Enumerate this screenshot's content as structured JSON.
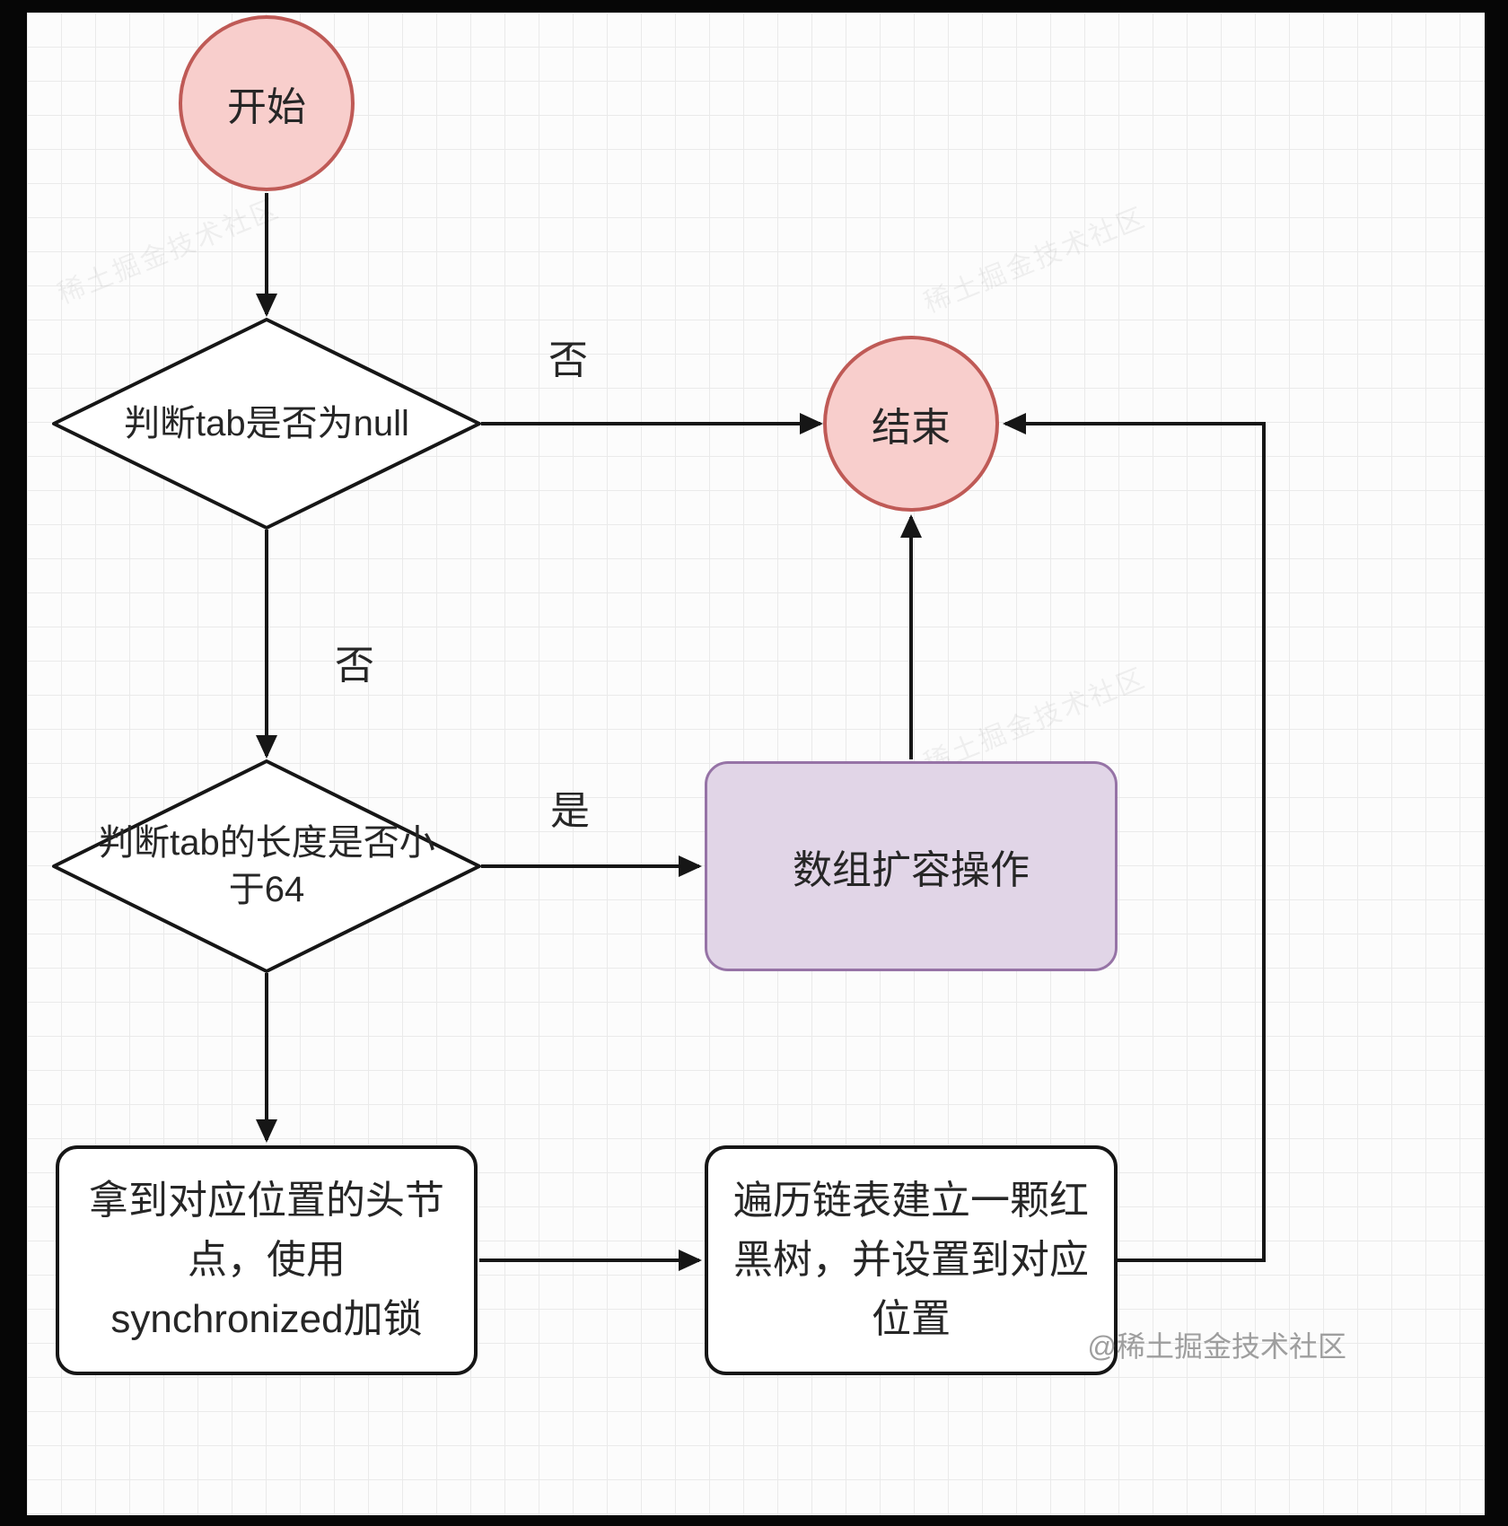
{
  "diagram": {
    "nodes": {
      "start": "开始",
      "decision_null": "判断tab是否为null",
      "end": "结束",
      "decision_length": "判断tab的长度是否小\n于64",
      "resize": "数组扩容操作",
      "lock": "拿到对应位置的头节\n点，使用\nsynchronized加锁",
      "treeify": "遍历链表建立一颗红\n黑树，并设置到对应\n位置"
    },
    "edge_labels": {
      "null_no": "否",
      "length_no": "否",
      "length_yes": "是"
    },
    "watermark": "@稀土掘金技术社区",
    "background_watermark": "稀土掘金技术社区",
    "colors": {
      "terminal_fill": "#f8cecc",
      "terminal_stroke": "#bf5a56",
      "process_fill": "#e1d5e7",
      "process_stroke": "#9673a6",
      "line": "#161616",
      "grid": "#eaeaea"
    }
  }
}
